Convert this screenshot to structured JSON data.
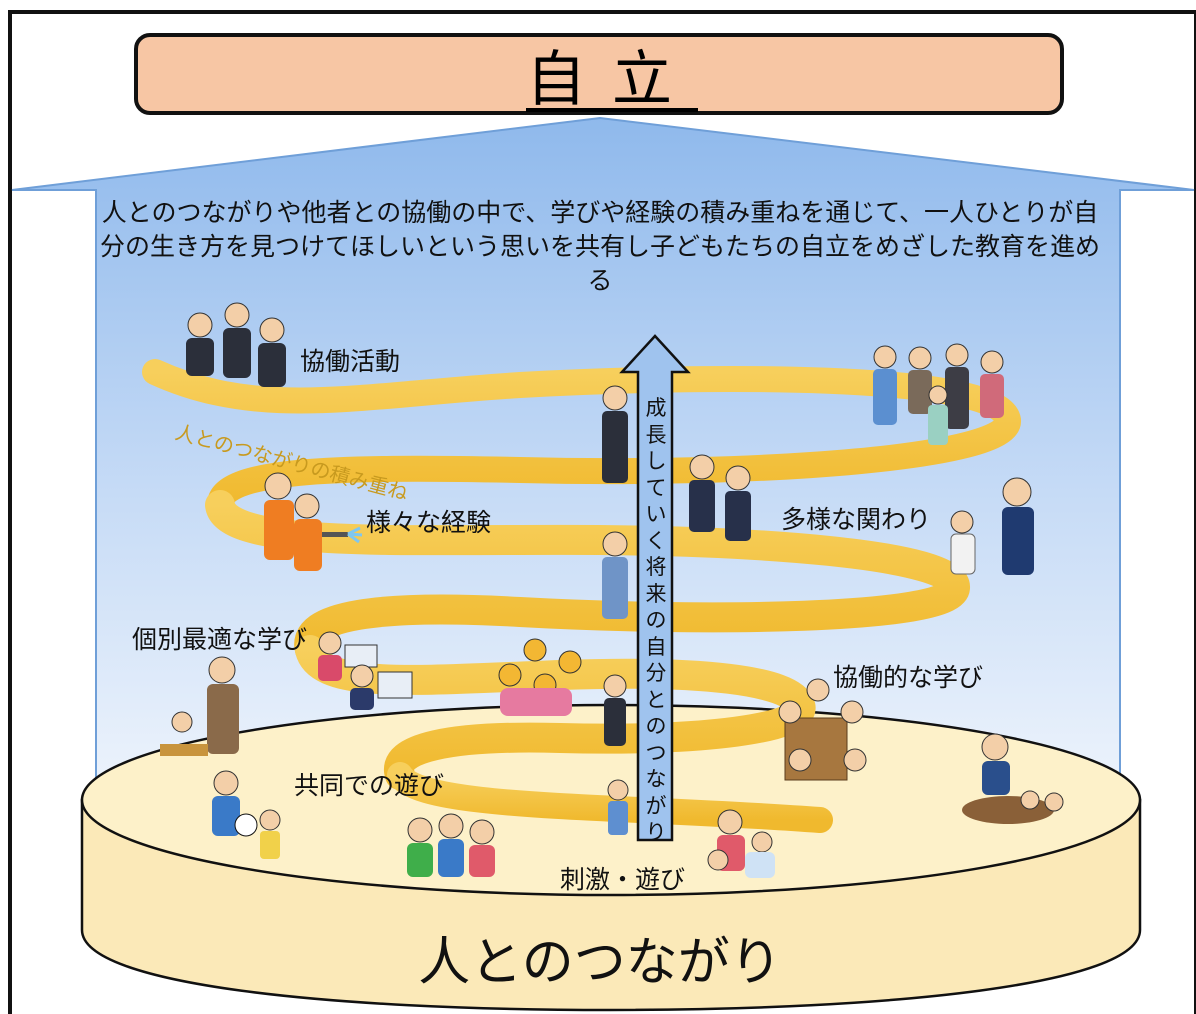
{
  "title": "自立",
  "description": "人とのつながりや他者との協働の中で、学びや経験の積み重ねを通じて、一人ひとりが自分の生き方を見つけてほしいという思いを共有し子どもたちの自立をめざした教育を進める",
  "arrow_label": "成長していく将来の自分とのつながり",
  "spiral_label": "人とのつながりの積み重ね",
  "base_label": "人とのつながり",
  "stages": {
    "collaborative_activity": "協働活動",
    "various_experiences": "様々な経験",
    "diverse_relations": "多様な関わり",
    "individual_learning": "個別最適な学び",
    "cooperative_learning": "協働的な学び",
    "joint_play": "共同での遊び",
    "stimulus_play": "刺激・遊び"
  },
  "colors": {
    "title_fill": "#f7c6a4",
    "sky_top": "#8fb9ec",
    "sky_bottom": "#e9f1fb",
    "spiral": "#f4c342",
    "base_top": "#fdf1c9",
    "base_side": "#fbe9b8",
    "arrow_fill": "#9fc3ee"
  }
}
